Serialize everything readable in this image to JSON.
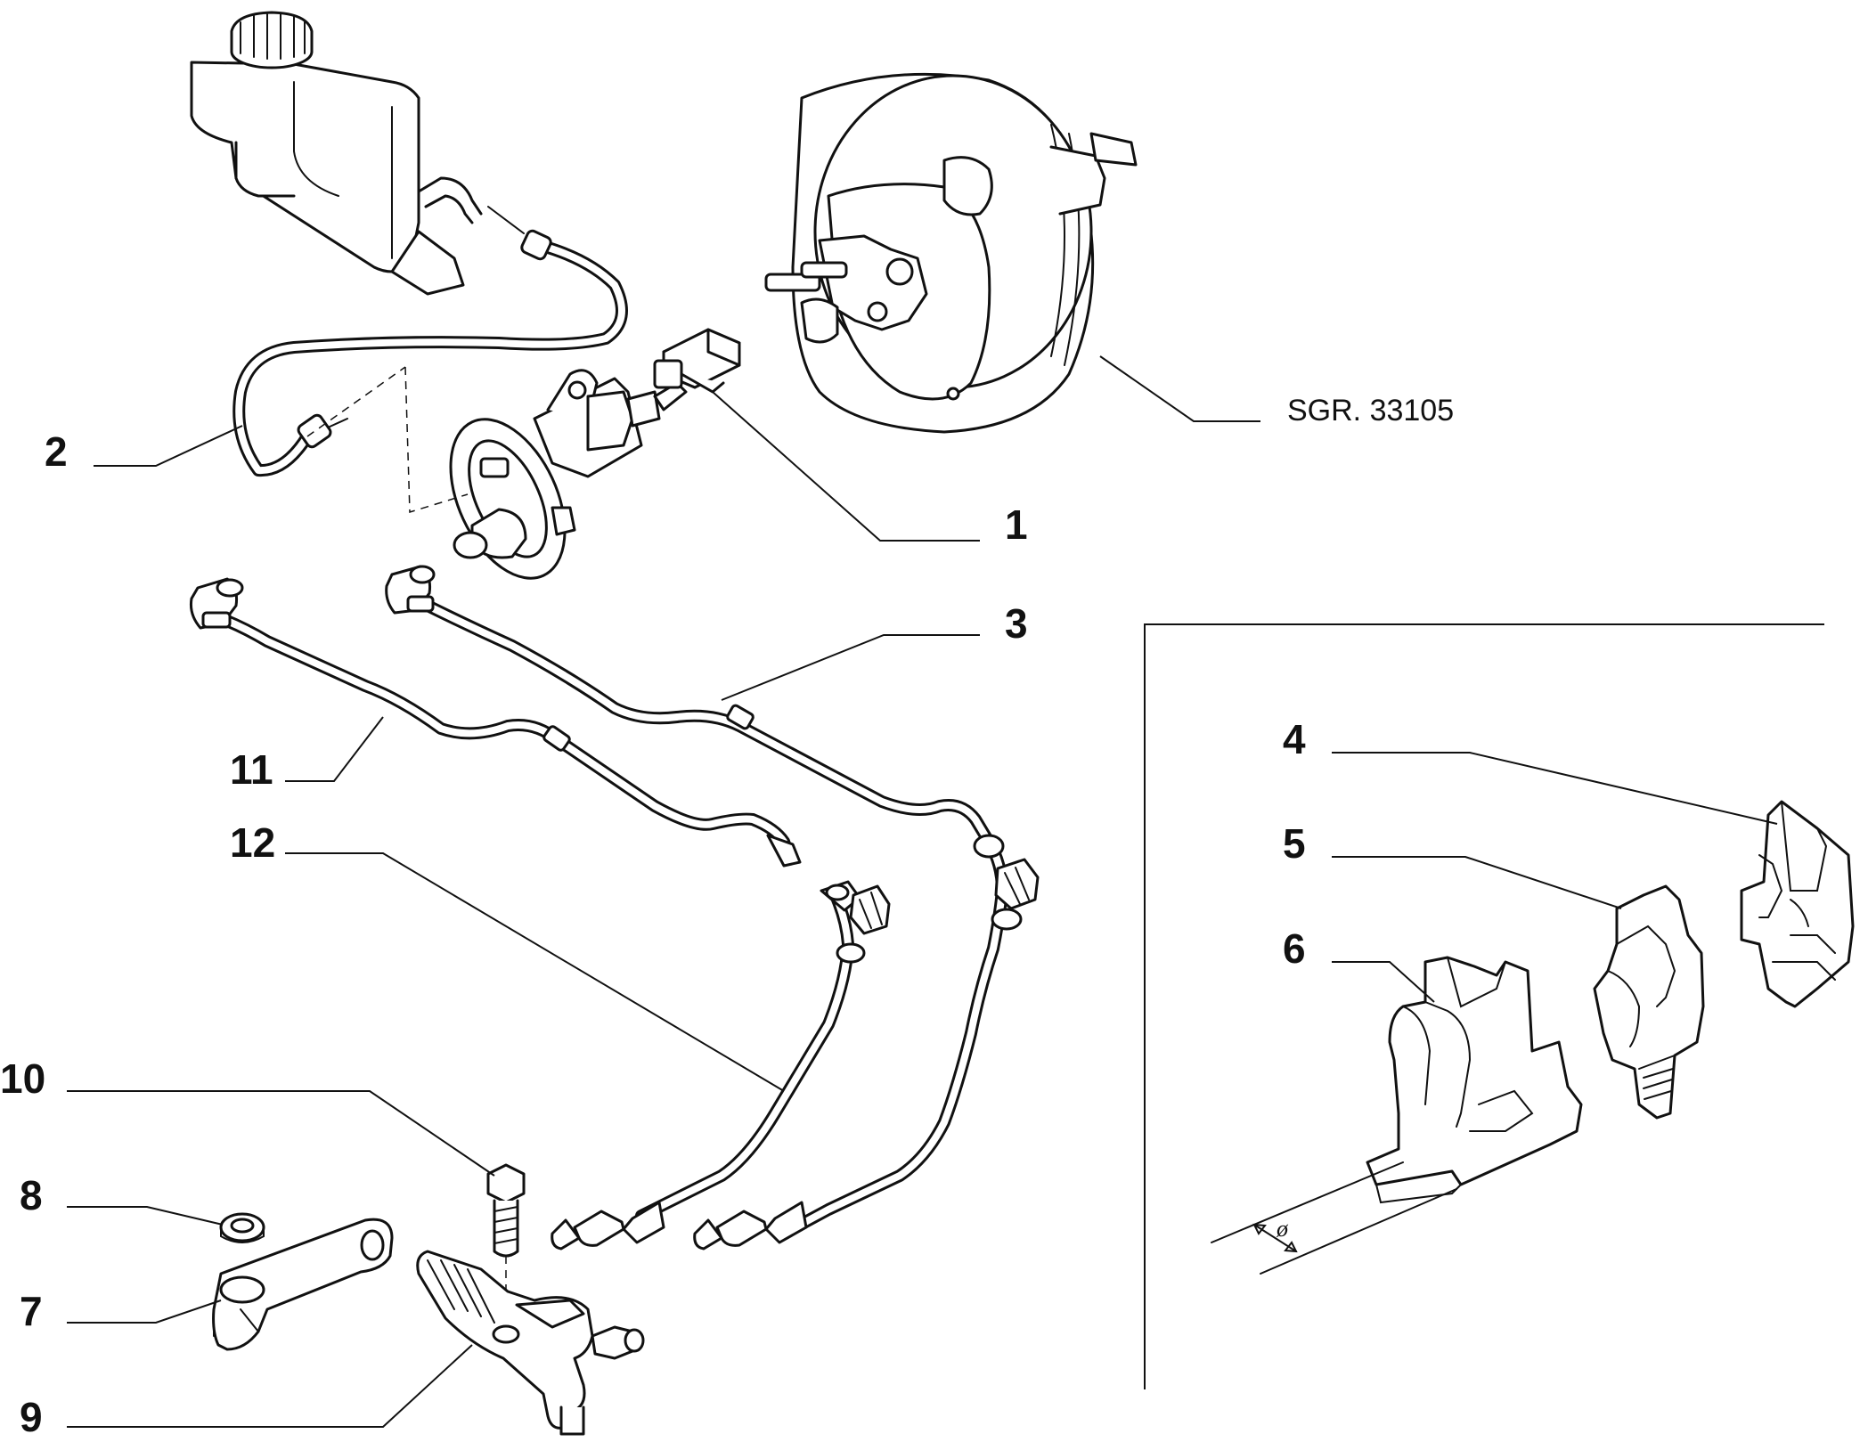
{
  "callouts": {
    "c1": "1",
    "c2": "2",
    "c3": "3",
    "c4": "4",
    "c5": "5",
    "c6": "6",
    "c7": "7",
    "c8": "8",
    "c9": "9",
    "c10": "10",
    "c11": "11",
    "c12": "12"
  },
  "reference": "SGR. 33105",
  "diameter_symbol": "ø"
}
